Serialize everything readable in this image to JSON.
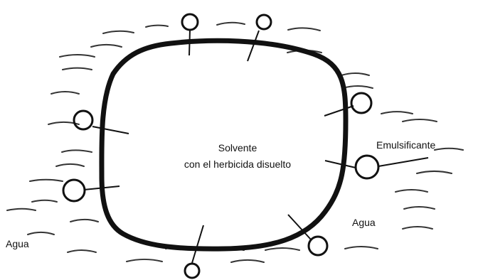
{
  "labels": {
    "solvent_line1": "Solvente",
    "solvent_line2": "con el herbicida disuelto",
    "emulsifier": "Emulsificante",
    "water_right": "Agua",
    "water_left": "Agua"
  },
  "colors": {
    "ink": "#111111",
    "background": "#ffffff"
  }
}
